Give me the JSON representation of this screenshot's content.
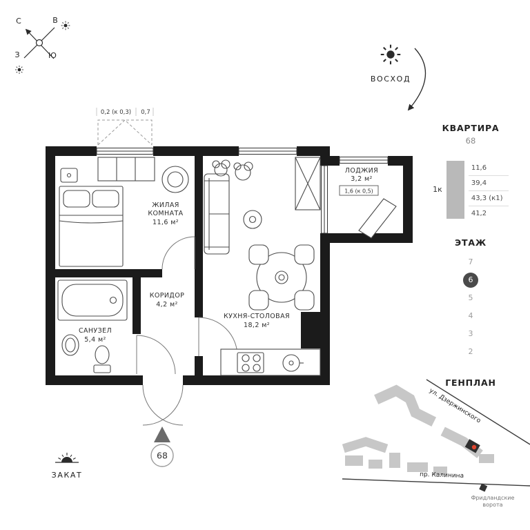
{
  "compass": {
    "north": "С",
    "east": "В",
    "south": "Ю",
    "west": "З"
  },
  "sun": {
    "sunrise": "ВОСХОД",
    "sunset": "ЗАКАТ"
  },
  "plan": {
    "dims": {
      "left": "0,2 (к 0,3)",
      "right": "0,7"
    },
    "rooms": {
      "living": {
        "name1": "ЖИЛАЯ",
        "name2": "КОМНАТА",
        "area": "11,6 м²"
      },
      "corridor": {
        "name": "КОРИДОР",
        "area": "4,2 м²"
      },
      "bathroom": {
        "name": "САНУЗЕЛ",
        "area": "5,4 м²"
      },
      "kitchen": {
        "name": "КУХНЯ-СТОЛОВАЯ",
        "area": "18,2 м²"
      },
      "loggia": {
        "name": "ЛОДЖИЯ",
        "area": "3,2 м²",
        "window": "1,6 (к 0,5)"
      }
    },
    "unit_number": "68"
  },
  "sidebar": {
    "apartment": {
      "label": "КВАРТИРА",
      "number": "68"
    },
    "summary": {
      "type": "1к",
      "rows": [
        "11,6",
        "39,4",
        "43,3 (к1)",
        "41,2"
      ]
    },
    "floor": {
      "label": "ЭТАЖ",
      "items": [
        "7",
        "6",
        "5",
        "4",
        "3",
        "2"
      ],
      "active": "6"
    },
    "genplan": {
      "label": "ГЕНПЛАН",
      "street_top": "ул. Дзержинского",
      "street_bottom": "пр. Калинина",
      "poi_line1": "Фридландские",
      "poi_line2": "ворота"
    }
  }
}
